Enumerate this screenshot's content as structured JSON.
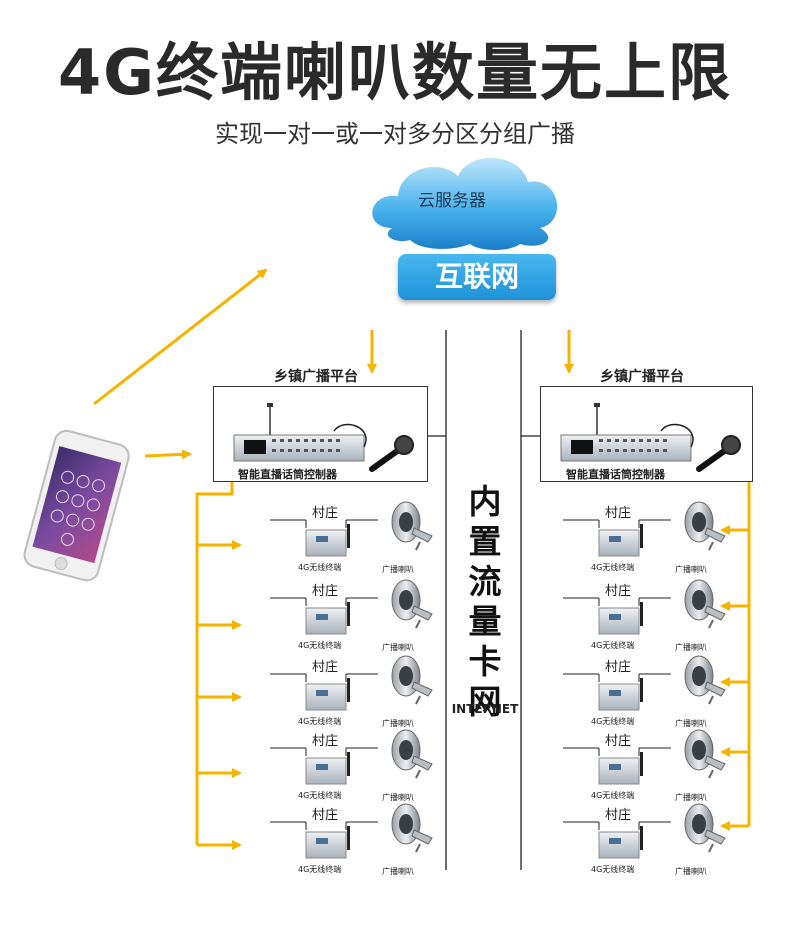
{
  "title": "4G终端喇叭数量无上限",
  "subtitle": "实现一对一或一对多分区分组广播",
  "cloud_label": "云服务器",
  "internet_label": "互联网",
  "platform_title": "乡镇广播平台",
  "controller_label": "智能直播话筒控制器",
  "network_text": "内置流量卡网",
  "network_sub": "INTERNET",
  "terminal": {
    "village_label": "村庄",
    "device_label": "4G无线终端",
    "speaker_label": "广播喇叭"
  },
  "colors": {
    "arrow": "#f5b400",
    "cloud": "#2b9fe0",
    "button": "#1f92d8"
  }
}
